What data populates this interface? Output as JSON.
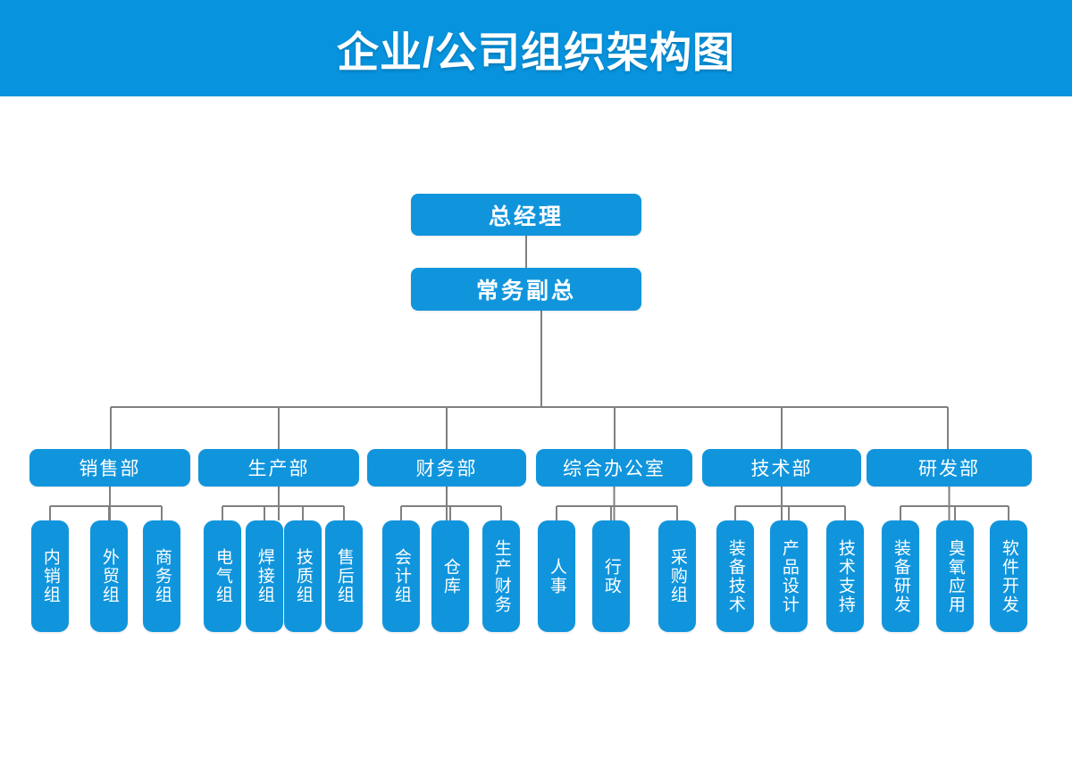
{
  "header": {
    "title": "企业/公司组织架构图",
    "background_color": "#0793de",
    "text_color": "#ffffff"
  },
  "theme": {
    "node_color": "#1095dd",
    "connector_color": "#808080",
    "page_background": "#ffffff"
  },
  "chart": {
    "type": "org-chart",
    "top_nodes": [
      {
        "id": "gm",
        "label": "总经理"
      },
      {
        "id": "deputy",
        "label": "常务副总"
      }
    ],
    "departments": [
      {
        "id": "sales",
        "label": "销售部",
        "children": [
          {
            "id": "sales-domestic",
            "label": "内销组"
          },
          {
            "id": "sales-foreign",
            "label": "外贸组"
          },
          {
            "id": "sales-business",
            "label": "商务组"
          }
        ]
      },
      {
        "id": "production",
        "label": "生产部",
        "children": [
          {
            "id": "prod-electric",
            "label": "电气组"
          },
          {
            "id": "prod-welding",
            "label": "焊接组"
          },
          {
            "id": "prod-quality",
            "label": "技质组"
          },
          {
            "id": "prod-aftersales",
            "label": "售后组"
          }
        ]
      },
      {
        "id": "finance",
        "label": "财务部",
        "children": [
          {
            "id": "fin-accounting",
            "label": "会计组"
          },
          {
            "id": "fin-warehouse",
            "label": "仓库"
          },
          {
            "id": "fin-production",
            "label": "生产财务"
          }
        ]
      },
      {
        "id": "office",
        "label": "综合办公室",
        "children": [
          {
            "id": "off-hr",
            "label": "人事"
          },
          {
            "id": "off-admin",
            "label": "行政"
          },
          {
            "id": "off-purchase",
            "label": "采购组"
          }
        ]
      },
      {
        "id": "technology",
        "label": "技术部",
        "children": [
          {
            "id": "tech-equipment",
            "label": "装备技术"
          },
          {
            "id": "tech-product",
            "label": "产品设计"
          },
          {
            "id": "tech-support",
            "label": "技术支持"
          }
        ]
      },
      {
        "id": "rnd",
        "label": "研发部",
        "children": [
          {
            "id": "rnd-equipment",
            "label": "装备研发"
          },
          {
            "id": "rnd-ozone",
            "label": "臭氧应用"
          },
          {
            "id": "rnd-software",
            "label": "软件开发"
          }
        ]
      }
    ]
  }
}
